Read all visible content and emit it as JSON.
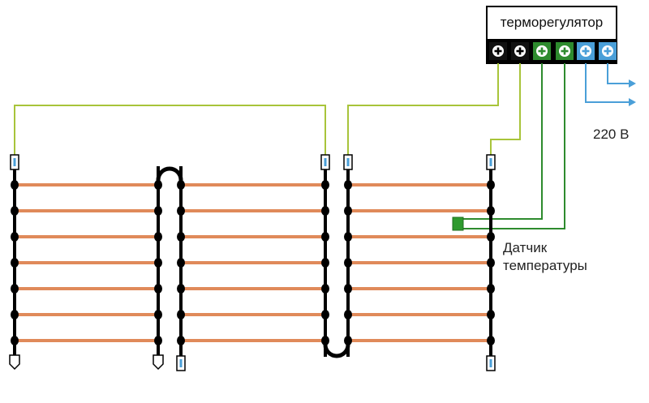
{
  "thermostat": {
    "title": "терморегулятор",
    "terminal_count": 6,
    "terminal_colors": [
      "#111111",
      "#111111",
      "#2e8b2e",
      "#2e8b2e",
      "#4a9fd8",
      "#4a9fd8"
    ]
  },
  "power": {
    "label": "220 В"
  },
  "sensor": {
    "line1": "Датчик",
    "line2": "температуры"
  },
  "colors": {
    "heating_wire": "#e08a5a",
    "power_lead": "#a8c43a",
    "sensor_wire": "#2e8b2e",
    "mains_wire": "#4a9fd8",
    "bus": "#111111"
  },
  "mat": {
    "sections": 3,
    "strips_per_section": 7
  }
}
